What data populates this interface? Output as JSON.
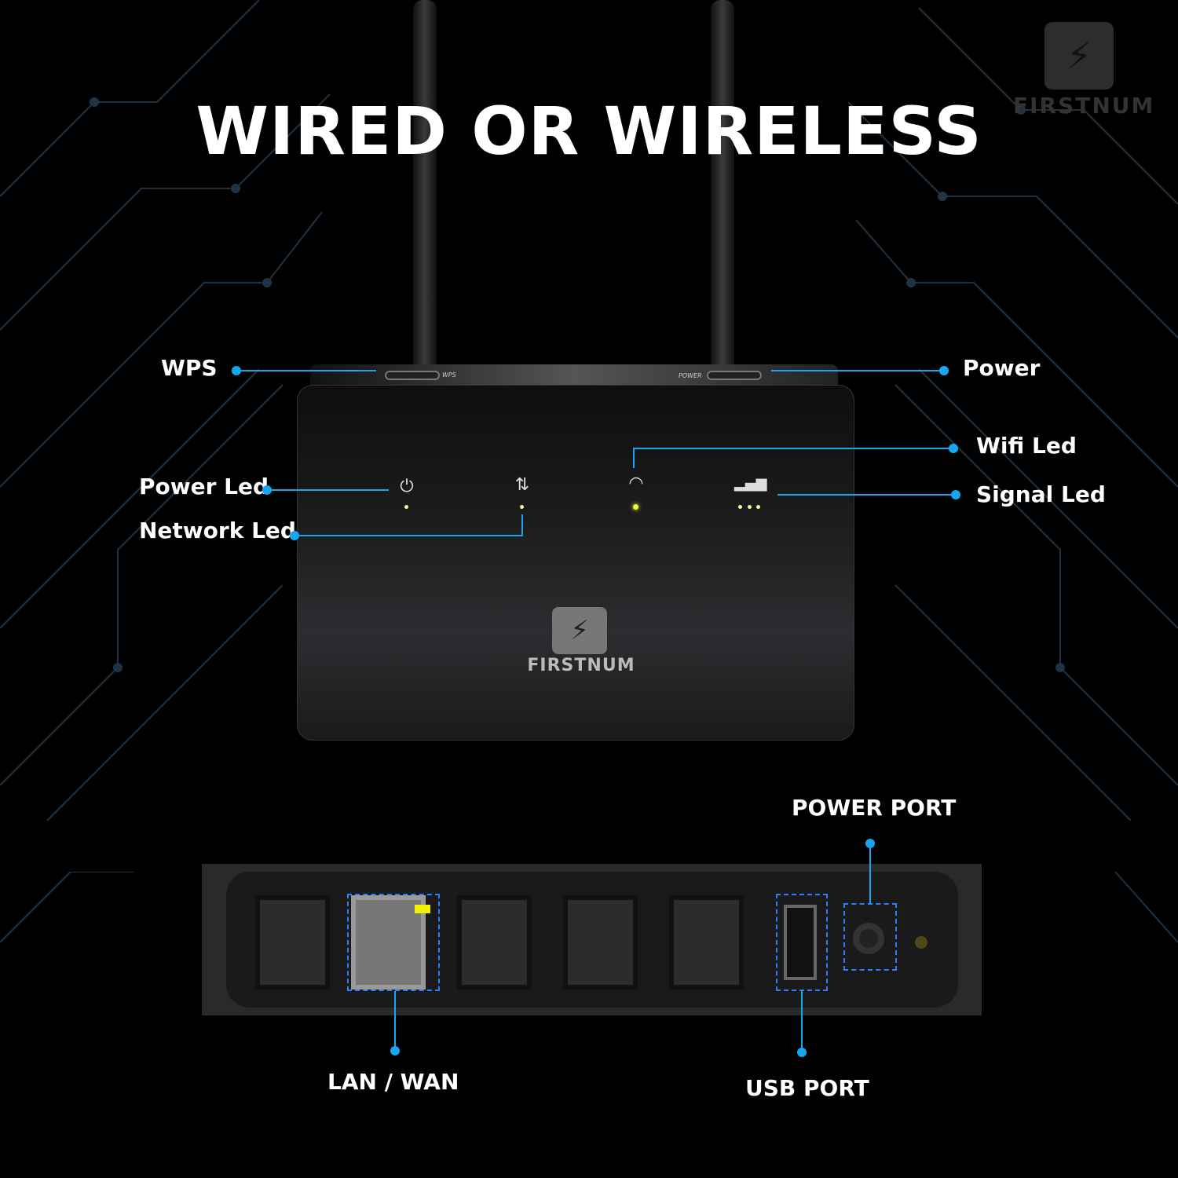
{
  "headline": "WIRED OR WIRELESS",
  "brand": "FIRSTNUM",
  "watermark_text": "FIRSTNUM",
  "router_labels": {
    "wps_small": "WPS",
    "power_small": "POWER"
  },
  "callouts": {
    "wps": "WPS",
    "power": "Power",
    "power_led": "Power Led",
    "network_led": "Network Led",
    "wifi_led": "Wifi Led",
    "signal_led": "Signal Led",
    "power_port": "POWER PORT",
    "lan_wan": "LAN / WAN",
    "usb_port": "USB PORT"
  },
  "colors": {
    "accent": "#17a6f0",
    "dash": "#2a7fff",
    "led": "#fff3a0"
  }
}
